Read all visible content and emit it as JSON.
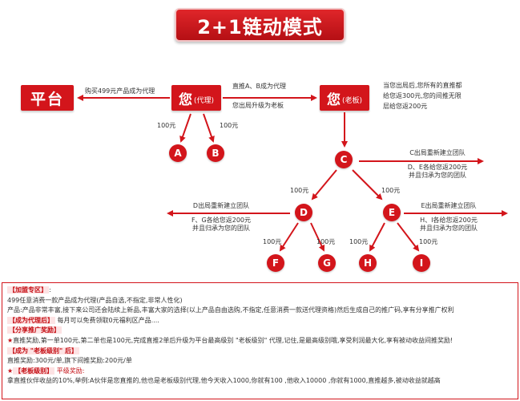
{
  "title": "2+1链动模式",
  "platform": "平台",
  "you_agent": {
    "main": "您",
    "sub": "(代理)"
  },
  "you_boss": {
    "main": "您",
    "sub": "(老板)"
  },
  "labels": {
    "buy": "购买499元产品成为代理",
    "direct_push": "直推A、B成为代理",
    "upgrade": "您出局升级为老板",
    "boss_note": [
      "当您出局后,您所有的直推都",
      "给您返300元,您的间推无限",
      "层给您返200元"
    ],
    "amount": "100元",
    "c_out": [
      "C出局重新建立团队",
      "D、E各给您返200元",
      "并且归承为您的团队"
    ],
    "d_out": [
      "D出局重新建立团队",
      "F、G各给您返200元",
      "并且归承为您的团队"
    ],
    "e_out": [
      "E出局重新建立团队",
      "H、I各给您返200元",
      "并且归承为您的团队"
    ]
  },
  "nodes": [
    "A",
    "B",
    "C",
    "D",
    "E",
    "F",
    "G",
    "H",
    "I"
  ],
  "info": {
    "join_tag": "【加盟专区】",
    "join_colon": ":",
    "join_line1": "499任意消费一款产品成为代理(产品自选,不指定,非常人性化)",
    "join_line2": "产品:产品非常丰富,接下来公司还会陆续上新品,丰富大家的选择(以上产品自由选购,不指定,任意消费一款送代理资格)然后生成自己的推广码,享有分享推广权利",
    "agent_tag": "【成为代理后】",
    "agent_text": "每月可以免费领取0元福利区产品....",
    "share_tag": "【分享推广奖励】",
    "share_text": "直推奖励,第一单100元,第二单也是100元,完成直推2单后升级为平台最高级别 \"老板级别\" 代理,记住,是最高级别哦,享受利润最大化,享有被动收益间推奖励!",
    "boss_tag": "【成为 \"老板级别\" 后】",
    "boss_text": "直推奖励:300元/单,旗下间推奖励:200元/单",
    "equal_tag": "【老板级别】",
    "equal_text": "平级奖励:",
    "last_line": "拿直推伙伴收益的10%,举例:A伙伴是您直推的,他也是老板级别代理,他今天收入1000,你就有100 ,他收入10000 ,你就有1000,直推越多,被动收益就越高"
  }
}
